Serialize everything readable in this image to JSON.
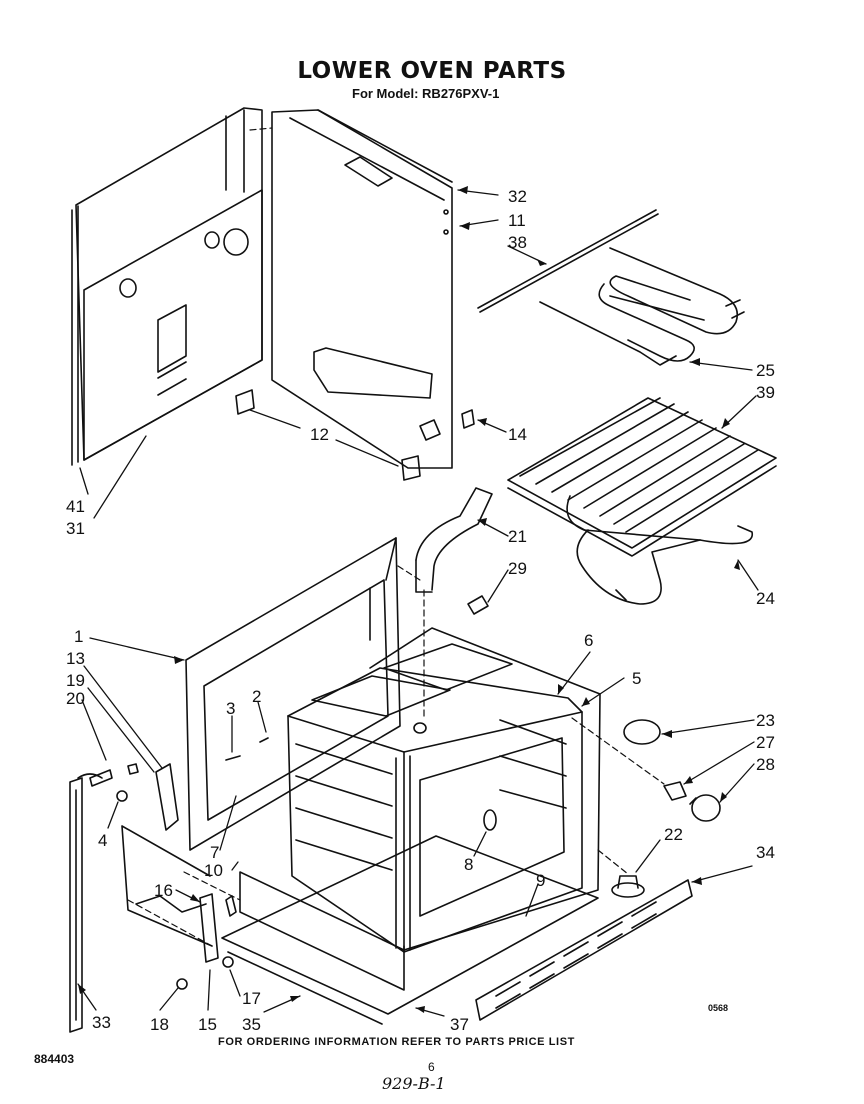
{
  "header": {
    "title": "LOWER OVEN PARTS",
    "subtitle": "For Model: RB276PXV-1"
  },
  "callouts": [
    {
      "id": "c32",
      "label": "32"
    },
    {
      "id": "c11",
      "label": "11"
    },
    {
      "id": "c38",
      "label": "38"
    },
    {
      "id": "c25",
      "label": "25"
    },
    {
      "id": "c39",
      "label": "39"
    },
    {
      "id": "c12",
      "label": "12"
    },
    {
      "id": "c14",
      "label": "14"
    },
    {
      "id": "c41",
      "label": "41"
    },
    {
      "id": "c31",
      "label": "31"
    },
    {
      "id": "c21",
      "label": "21"
    },
    {
      "id": "c29",
      "label": "29"
    },
    {
      "id": "c24",
      "label": "24"
    },
    {
      "id": "c1",
      "label": "1"
    },
    {
      "id": "c13",
      "label": "13"
    },
    {
      "id": "c19",
      "label": "19"
    },
    {
      "id": "c20",
      "label": "20"
    },
    {
      "id": "c3",
      "label": "3"
    },
    {
      "id": "c2",
      "label": "2"
    },
    {
      "id": "c6",
      "label": "6"
    },
    {
      "id": "c5",
      "label": "5"
    },
    {
      "id": "c23",
      "label": "23"
    },
    {
      "id": "c27",
      "label": "27"
    },
    {
      "id": "c28",
      "label": "28"
    },
    {
      "id": "c4",
      "label": "4"
    },
    {
      "id": "c7",
      "label": "7"
    },
    {
      "id": "c10",
      "label": "10"
    },
    {
      "id": "c8",
      "label": "8"
    },
    {
      "id": "c22",
      "label": "22"
    },
    {
      "id": "c34",
      "label": "34"
    },
    {
      "id": "c16",
      "label": "16"
    },
    {
      "id": "c9",
      "label": "9"
    },
    {
      "id": "c33",
      "label": "33"
    },
    {
      "id": "c18",
      "label": "18"
    },
    {
      "id": "c15",
      "label": "15"
    },
    {
      "id": "c17",
      "label": "17"
    },
    {
      "id": "c35",
      "label": "35"
    },
    {
      "id": "c37",
      "label": "37"
    }
  ],
  "footer": {
    "note": "FOR ORDERING INFORMATION REFER TO PARTS PRICE LIST",
    "part_number": "884403",
    "page": "6",
    "handwritten": "929-B-1",
    "drawing_code": "0568"
  }
}
